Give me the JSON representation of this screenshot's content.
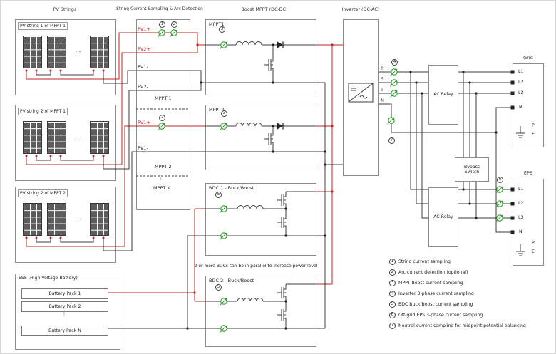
{
  "headers": {
    "pv": "PV Strings",
    "sampling": "String Current Sampling & Arc Detection",
    "boost": "Boost MPPT (DC-DC)",
    "inverter": "Inverter (DC-AC)"
  },
  "pv": {
    "box1_title": "PV string 1 of MPPT 1",
    "box2_title": "PV string 2 of MPPT 1",
    "box3_title": "PV string 2 of MPPT 2",
    "ellipsis": "..."
  },
  "ess": {
    "title": "ESS (High Voltage Battery)",
    "pack1": "Battery Pack 1",
    "pack2": "Battery Pack 2",
    "dots": "⋮",
    "packn": "Battery Pack N"
  },
  "sampling": {
    "pv1p_m1": "PV1+",
    "pv2p_m1": "PV2+",
    "pv1n_m1": "PV1-",
    "pv2n_m1": "PV2-",
    "mppt1": "MPPT 1",
    "pv1p_m2": "PV1+",
    "pv1n_m2": "PV1-",
    "mppt2": "MPPT 2",
    "dots": "⋮",
    "mpptk": "MPPT K"
  },
  "converters": {
    "mppt1": "MPPT1",
    "mppt2": "MPPT2",
    "bdc1": "BDC 1 - Buck/Boost",
    "bdc2": "BDC 2 - Buck/Boost",
    "note": "2 or more BDCs can be in parallel to increase power level"
  },
  "inverter": {
    "r": "R",
    "s": "S",
    "t": "T",
    "n": "N"
  },
  "ac": {
    "relay_top": "AC Relay",
    "relay_bottom": "AC Relay",
    "bypass": "Bypass Switch"
  },
  "grid": {
    "title": "Grid",
    "l1": "L1",
    "l2": "L2",
    "l3": "L3",
    "n": "N",
    "p": "P",
    "e": "E"
  },
  "eps": {
    "title": "EPS",
    "l1": "L1",
    "l2": "L2",
    "l3": "L3",
    "n": "N",
    "p": "P",
    "e": "E"
  },
  "callouts": {
    "c1": "1",
    "c2": "2",
    "c3": "3",
    "c4": "4",
    "c5": "5",
    "c6": "6",
    "c7": "7"
  },
  "legend": [
    {
      "num": "1",
      "text": "String current sampling"
    },
    {
      "num": "2",
      "text": "Arc current detection (optional)"
    },
    {
      "num": "3",
      "text": "MPPT Boost current sampling"
    },
    {
      "num": "4",
      "text": "Inverter 3-phase current sampling"
    },
    {
      "num": "5",
      "text": "BDC Buck/Boost current sampling"
    },
    {
      "num": "6",
      "text": "Off-grid EPS 3-phase current sampling"
    },
    {
      "num": "7",
      "text": "Neutral current sampling for midpoint potential balancing"
    }
  ],
  "colors": {
    "positive_wire": "#c42020",
    "negative_wire": "#3c3c3c",
    "sensor_green": "#2f9e2f"
  }
}
